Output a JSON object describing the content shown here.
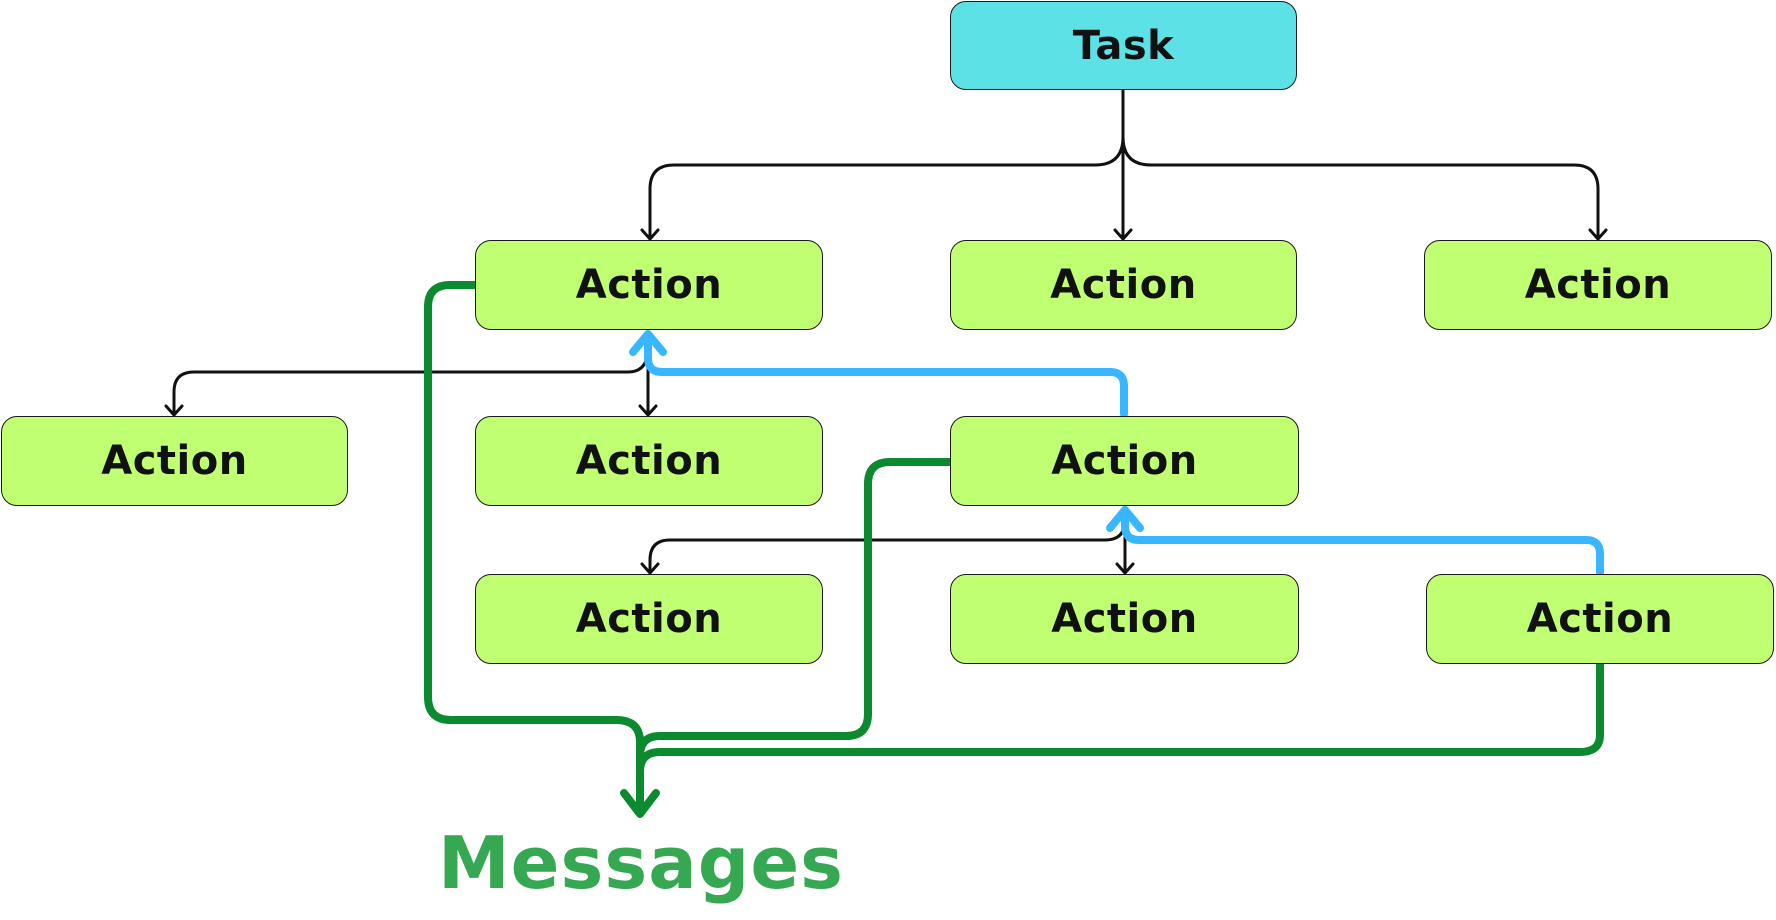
{
  "diagram": {
    "task": {
      "label": "Task"
    },
    "actions": [
      {
        "label": "Action"
      },
      {
        "label": "Action"
      },
      {
        "label": "Action"
      },
      {
        "label": "Action"
      },
      {
        "label": "Action"
      },
      {
        "label": "Action"
      },
      {
        "label": "Action"
      },
      {
        "label": "Action"
      },
      {
        "label": "Action"
      }
    ],
    "messages": {
      "label": "Messages"
    },
    "colors": {
      "task_fill": "#5ce1e6",
      "action_fill": "#c1ff72",
      "tree_edge": "#111111",
      "feedback_edge": "#38b6ff",
      "message_edge": "#0b8a2f",
      "messages_text": "#36a852"
    }
  }
}
